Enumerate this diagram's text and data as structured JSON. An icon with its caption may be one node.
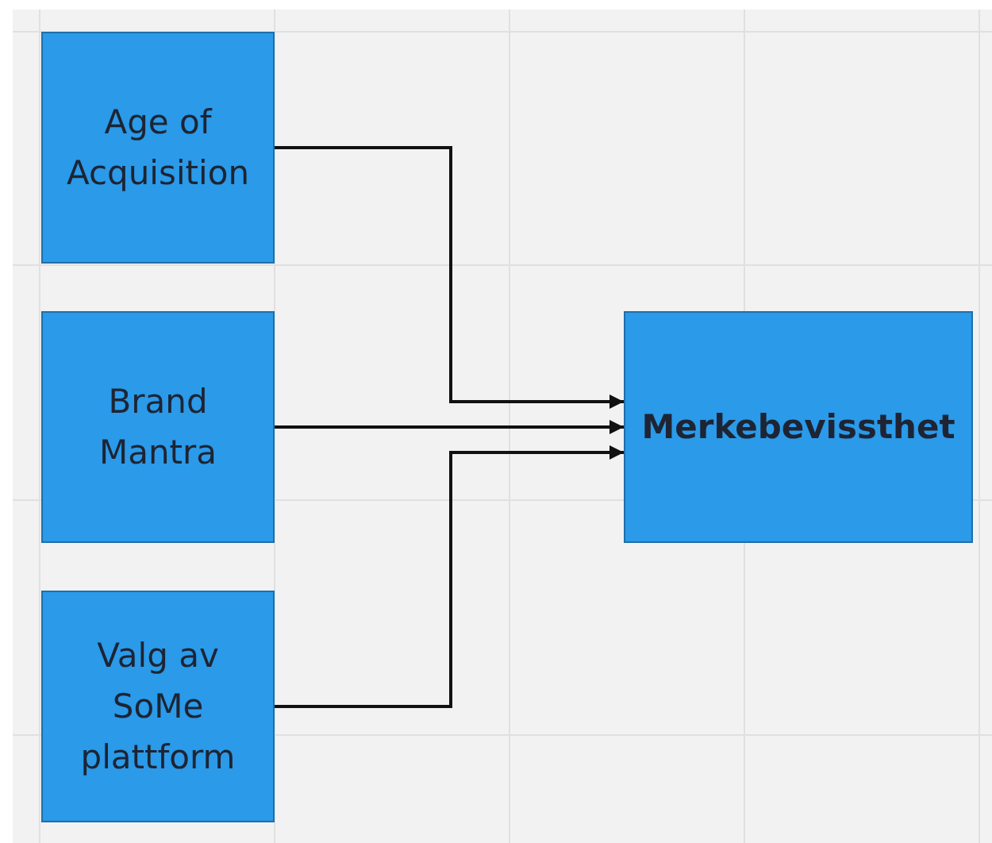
{
  "diagram": {
    "nodes": [
      {
        "text": [
          "Age of Acquisition"
        ]
      },
      {
        "text": [
          "Brand Mantra"
        ]
      },
      {
        "text": [
          "Valg av SoMe plattform"
        ]
      },
      {
        "text": [
          "Merkebevissthet"
        ]
      }
    ],
    "edges": [
      {
        "from": 0,
        "to": 3,
        "arrow": "to"
      },
      {
        "from": 1,
        "to": 3,
        "arrow": "to"
      },
      {
        "from": 2,
        "to": 3,
        "arrow": "to"
      }
    ]
  }
}
